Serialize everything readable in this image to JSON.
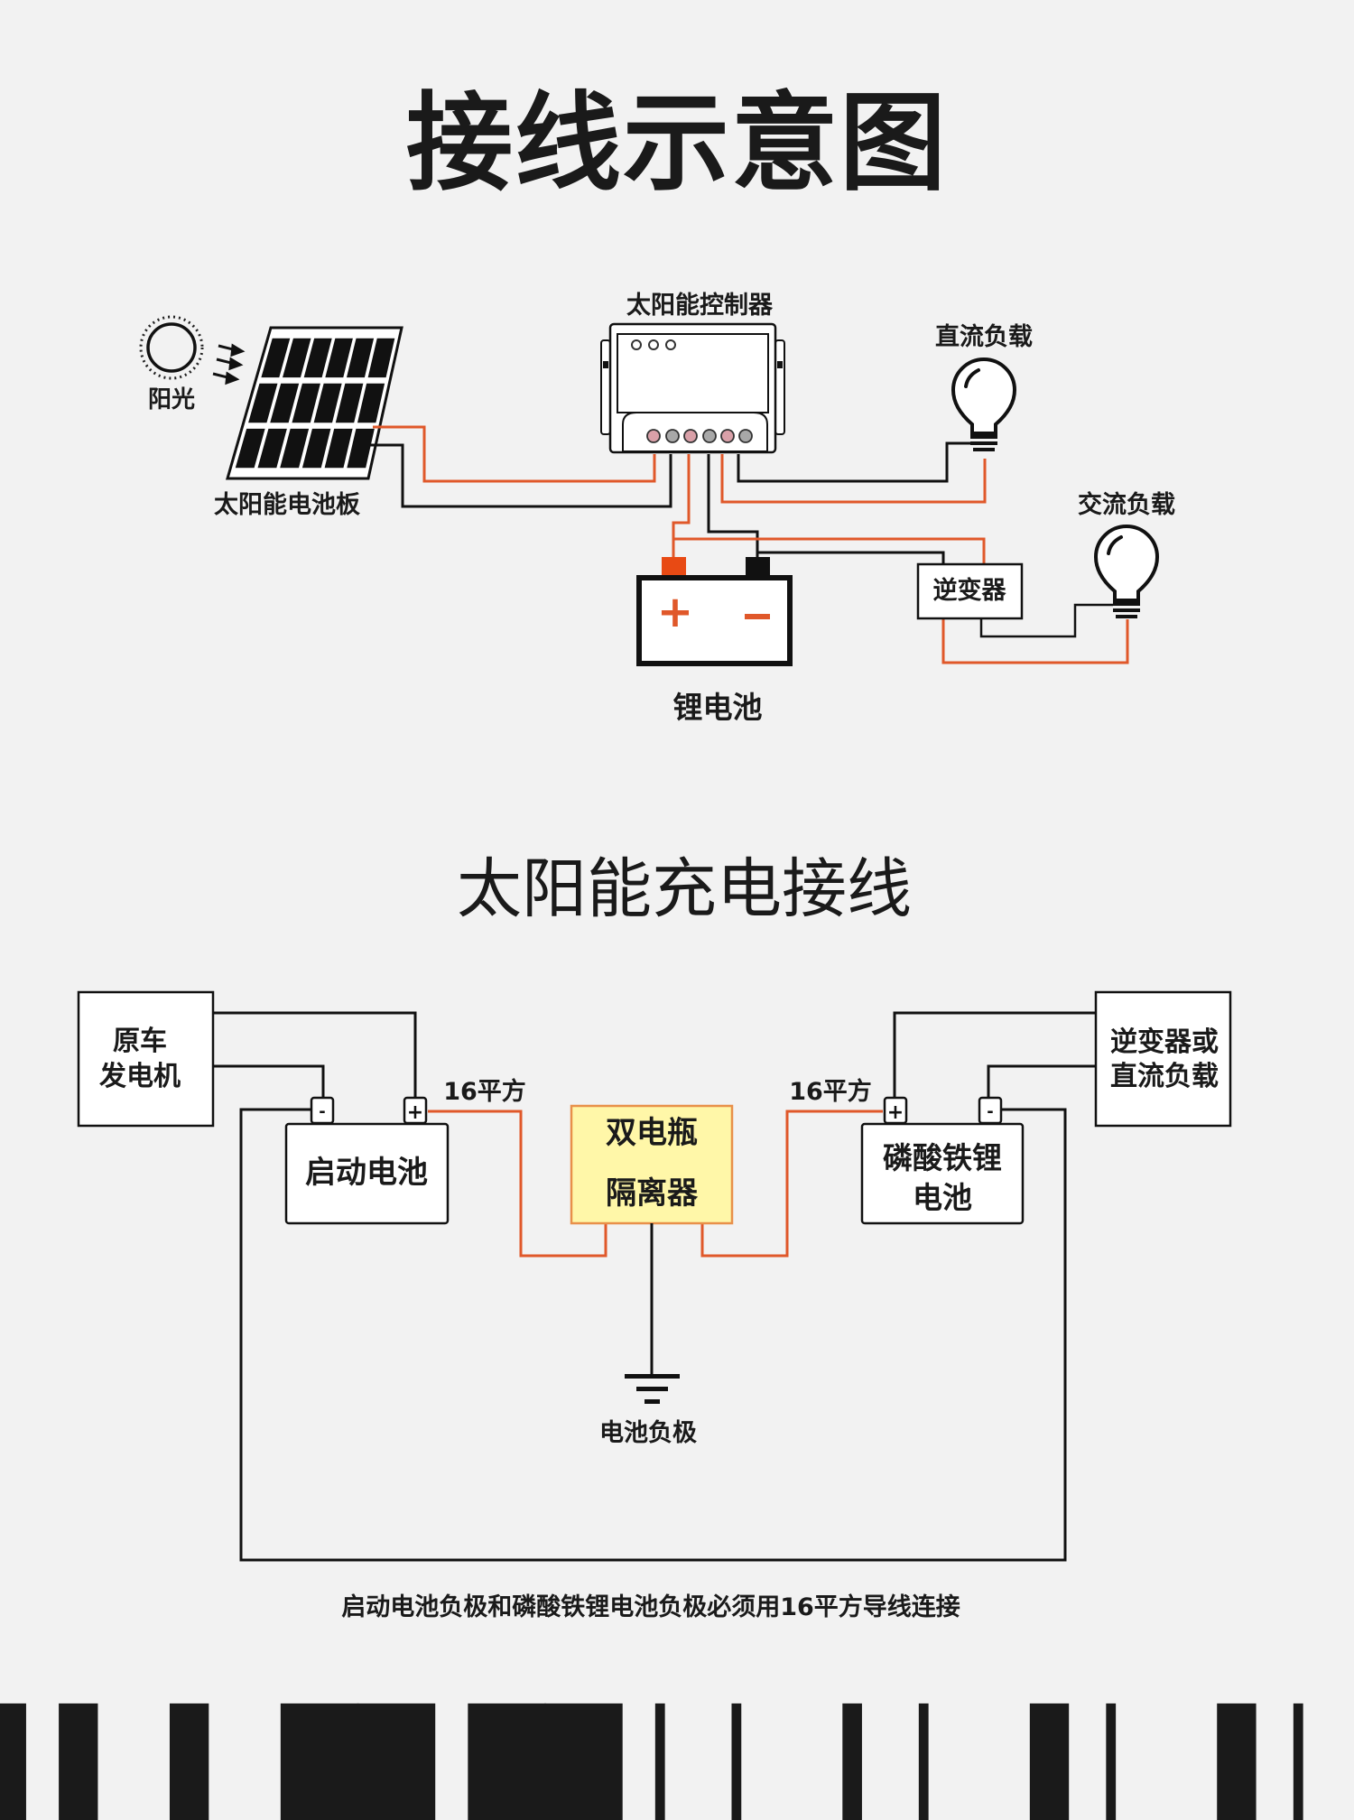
{
  "titles": {
    "main": "接线示意图",
    "section": "太阳能充电接线",
    "next_section_partial": "██ ▌ ▌ ██ ██ ▏▏ ▎▏ ▌▏ ▌▏ ▌"
  },
  "solar_diagram": {
    "sun_label": "阳光",
    "panel_label": "太阳能电池板",
    "controller_label": "太阳能控制器",
    "dc_load_label": "直流负载",
    "ac_load_label": "交流负载",
    "inverter_label": "逆变器",
    "battery_label": "锂电池",
    "battery_plus": "+",
    "battery_minus": "−"
  },
  "isolator_diagram": {
    "generator_label_line1": "原车",
    "generator_label_line2": "发电机",
    "start_battery_label": "启动电池",
    "isolator_label_line1": "双电瓶",
    "isolator_label_line2": "隔离器",
    "lfp_battery_label_line1": "磷酸铁锂",
    "lfp_battery_label_line2": "电池",
    "load_label_line1": "逆变器或",
    "load_label_line2": "直流负载",
    "wire_gauge_left": "16平方",
    "wire_gauge_right": "16平方",
    "terminal_plus": "+",
    "terminal_minus": "-",
    "ground_label": "电池负极",
    "note": "启动电池负极和磷酸铁锂电池负极必须用16平方导线连接"
  },
  "colors": {
    "background": "#f2f2f2",
    "positive_wire": "#e0582a",
    "negative_wire": "#111111",
    "isolator_fill": "#fff7a8",
    "isolator_border": "#e8904a",
    "terminal_pink": "#d9a0a8",
    "terminal_gray": "#a8a8a8"
  }
}
